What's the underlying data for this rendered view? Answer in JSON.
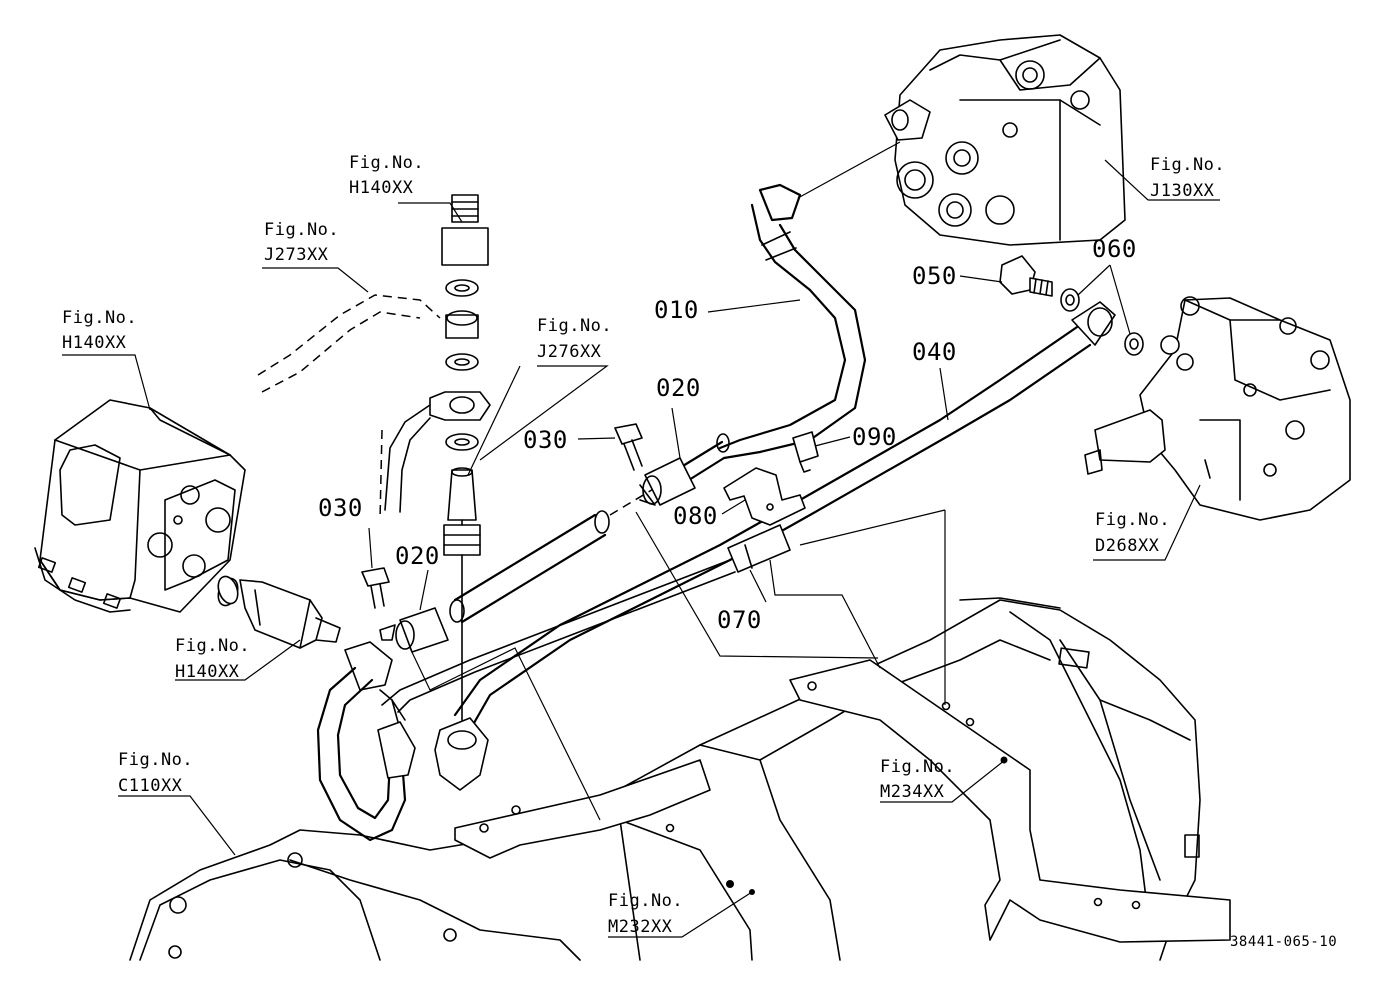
{
  "drawing_number": "38441-065-10",
  "fig_prefix": "Fig.No.",
  "figure_refs": {
    "h140_top": "H140XX",
    "j273": "J273XX",
    "h140_left": "H140XX",
    "j276": "J276XX",
    "j130": "J130XX",
    "d268": "D268XX",
    "h140_mid": "H140XX",
    "c110": "C110XX",
    "m234": "M234XX",
    "m232": "M232XX"
  },
  "part_numbers": {
    "p010": "010",
    "p020_right": "020",
    "p020_left": "020",
    "p030_right": "030",
    "p030_left": "030",
    "p040": "040",
    "p050": "050",
    "p060": "060",
    "p070": "070",
    "p080": "080",
    "p090": "090"
  }
}
